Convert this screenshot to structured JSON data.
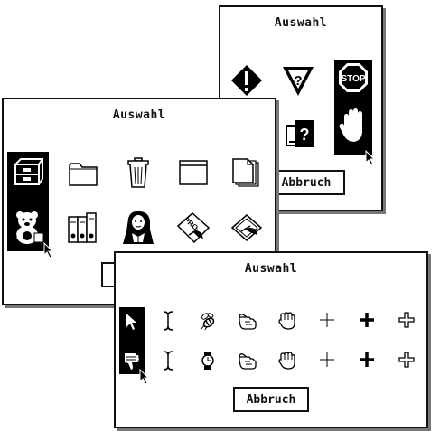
{
  "windows": {
    "back": {
      "title": "Auswahl",
      "cancel_label": "Abbruch"
    },
    "middle": {
      "title": "Auswahl"
    },
    "front": {
      "title": "Auswahl",
      "cancel_label": "Abbruch"
    }
  },
  "icons": {
    "back": [
      "warning-diamond-icon",
      "question-triangle-icon",
      "stop-sign-icon",
      "help-book-icon",
      "stop-hand-icon"
    ],
    "middle": [
      "file-cabinet-icon",
      "folder-icon",
      "trash-can-icon",
      "window-icon",
      "document-stack-icon",
      "teddy-bear-icon",
      "binders-icon",
      "portrait-icon",
      "pro-card-icon",
      "signature-card-icon"
    ],
    "front": [
      "arrow-pointer-icon",
      "ibeam-icon",
      "busy-bee-icon",
      "pointing-hand-icon",
      "grab-hand-icon",
      "crosshair-thin-icon",
      "crosshair-bold-icon",
      "crosshair-outline-icon",
      "thumbs-down-icon",
      "ibeam-icon",
      "watch-icon",
      "pointing-hand-icon",
      "grab-hand-icon",
      "crosshair-thin-icon",
      "crosshair-bold-icon",
      "crosshair-outline-icon"
    ]
  },
  "selected": {
    "back": "stop-hand-icon",
    "middle": [
      "file-cabinet-icon",
      "teddy-bear-icon"
    ],
    "front": [
      "arrow-pointer-icon",
      "thumbs-down-icon"
    ]
  }
}
